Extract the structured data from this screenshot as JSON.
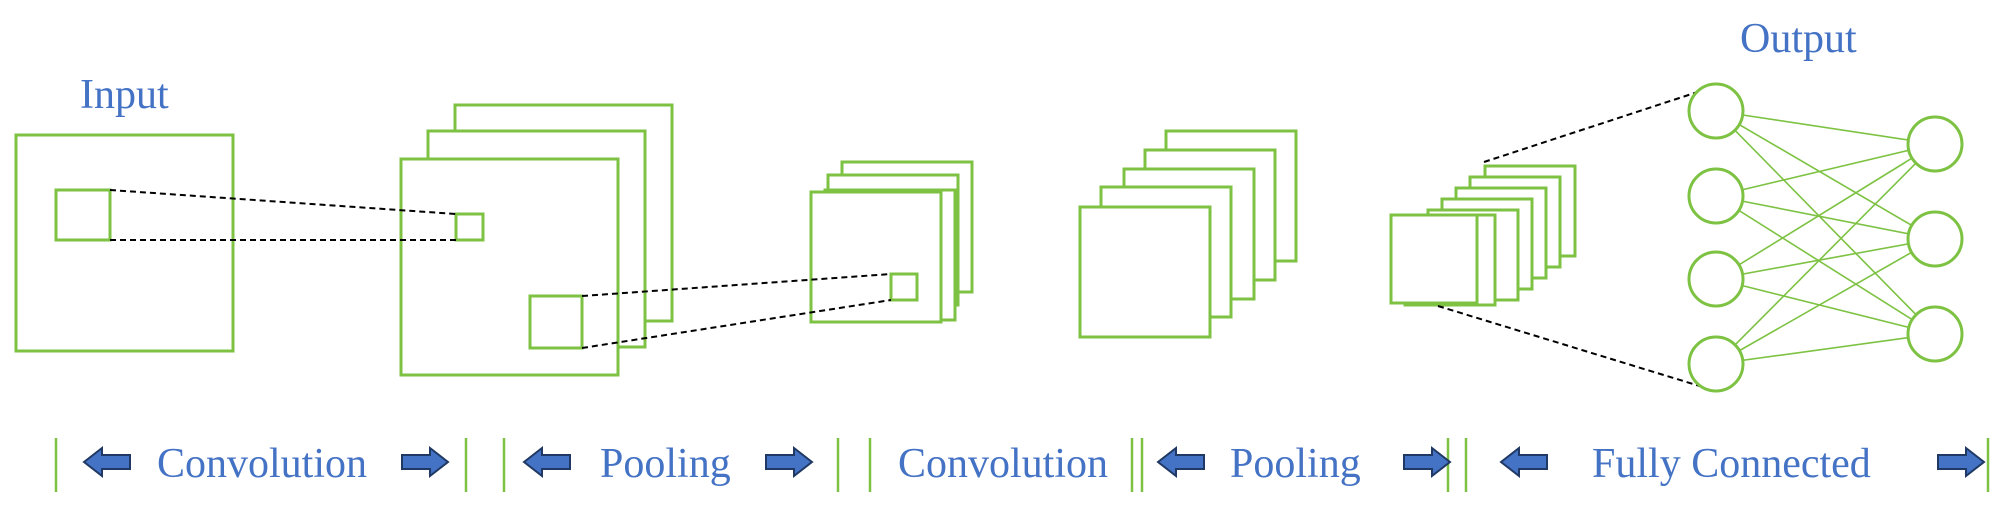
{
  "labels": {
    "input": "Input",
    "output": "Output"
  },
  "stages": [
    {
      "label": "Convolution",
      "arrows": true
    },
    {
      "label": "Pooling",
      "arrows": true
    },
    {
      "label": "Convolution",
      "arrows": false
    },
    {
      "label": "Pooling",
      "arrows": true
    },
    {
      "label": "Fully Connected",
      "arrows": true
    }
  ],
  "network": {
    "hidden_nodes": 4,
    "output_nodes": 3
  },
  "colors": {
    "shape_stroke": "#7dc242",
    "text": "#4472c4",
    "arrow_fill": "#4472c4",
    "arrow_stroke": "#1f3864",
    "dashed_line": "#000000"
  },
  "icons": {
    "left_arrow": "left-arrow-icon",
    "right_arrow": "right-arrow-icon"
  }
}
